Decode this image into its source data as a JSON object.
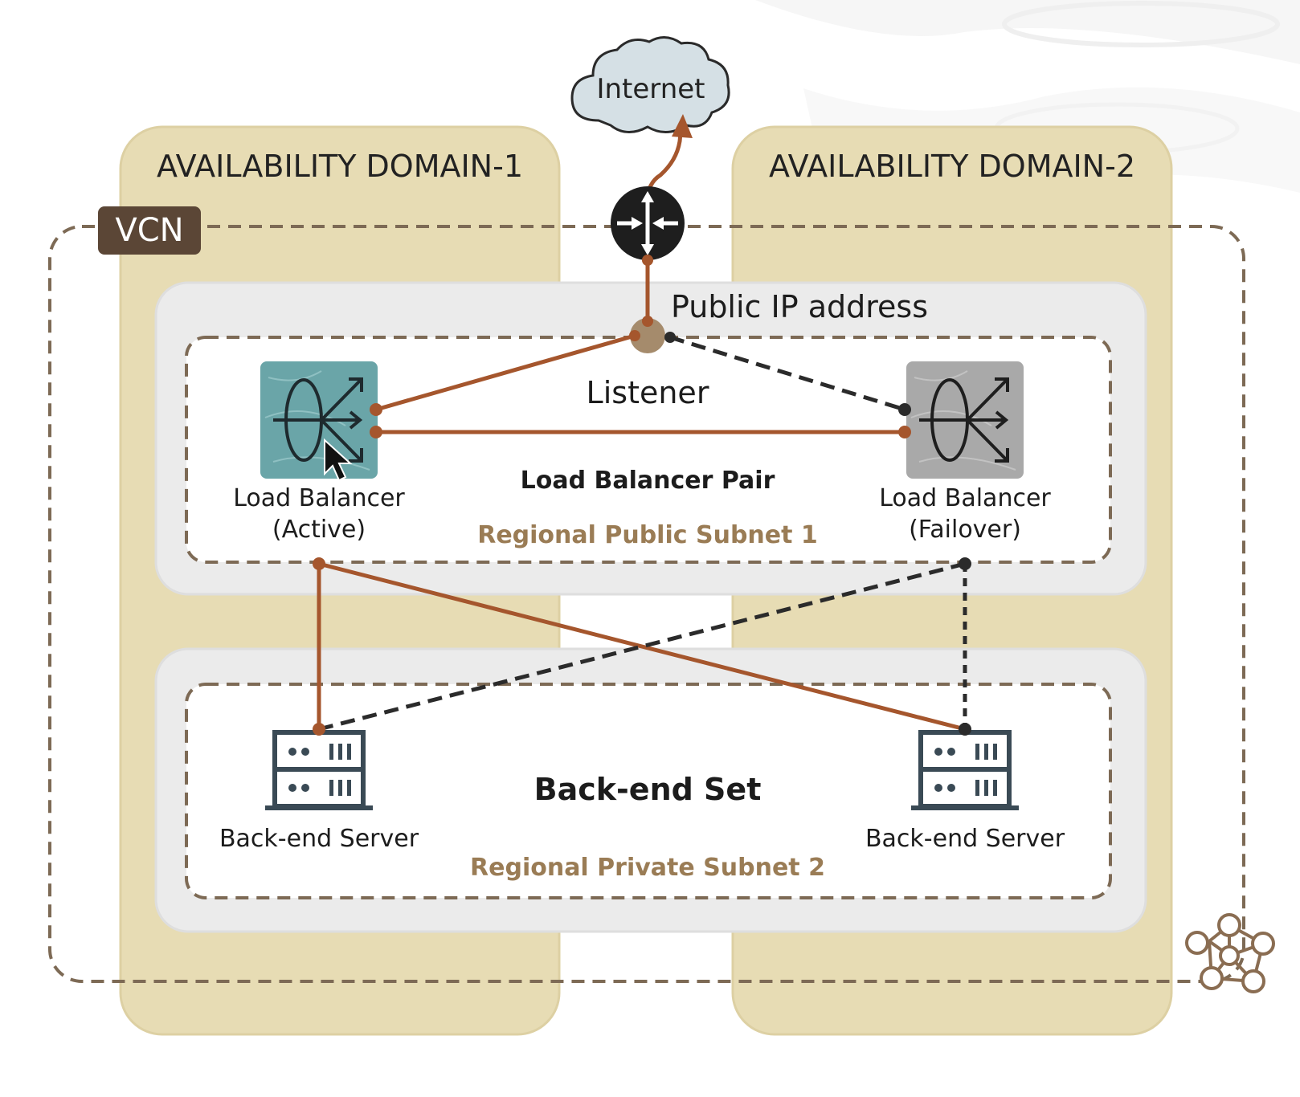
{
  "availability_domains": [
    {
      "label": "AVAILABILITY DOMAIN-1"
    },
    {
      "label": "AVAILABILITY DOMAIN-2"
    }
  ],
  "vcn": {
    "label": "VCN"
  },
  "internet": {
    "label": "Internet"
  },
  "public_ip": {
    "label": "Public IP address"
  },
  "public_subnet": {
    "listener_label": "Listener",
    "pair_label": "Load Balancer Pair",
    "subnet_label": "Regional Public Subnet 1",
    "load_balancers": [
      {
        "name": "Load Balancer",
        "state": "(Active)"
      },
      {
        "name": "Load Balancer",
        "state": "(Failover)"
      }
    ]
  },
  "private_subnet": {
    "set_label": "Back-end Set",
    "subnet_label": "Regional Private Subnet 2",
    "servers": [
      {
        "label": "Back-end Server"
      },
      {
        "label": "Back-end Server"
      }
    ]
  },
  "colors": {
    "domain_fill": "#e7dcb4",
    "subnet_outer": "#ebebeb",
    "dash_brown": "#7d6a55",
    "active_line": "#a5562d",
    "standby_line": "#2b2b2b",
    "vcn_badge": "#5b4636",
    "lb_active_tile": "#6aa5a8",
    "lb_failover_tile": "#a9a9a9",
    "server_icon": "#3a4a55",
    "subnet_text": "#9a7c55"
  },
  "icons": [
    "cloud-icon",
    "router-icon",
    "load-balancer-icon",
    "server-icon",
    "mouse-cursor-icon",
    "vcn-network-icon"
  ]
}
